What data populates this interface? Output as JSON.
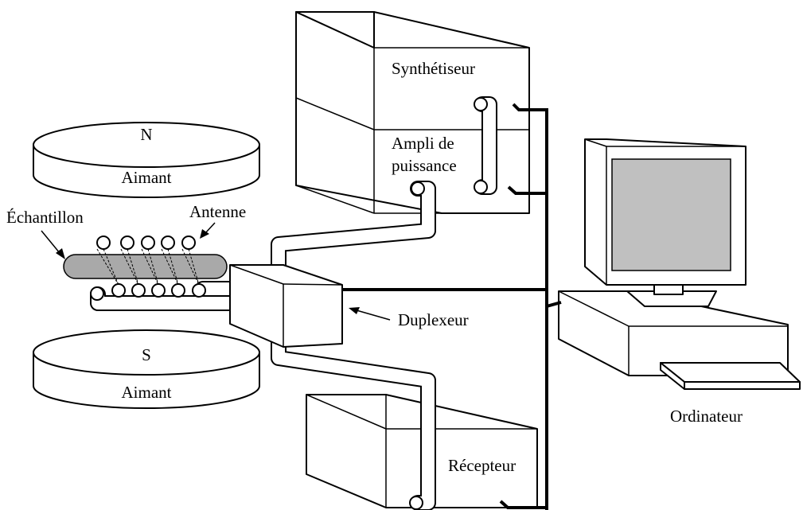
{
  "labels": {
    "synthesizer": "Synthétiseur",
    "amplifier_line1": "Ampli de",
    "amplifier_line2": "puissance",
    "magnet_top_pole": "N",
    "magnet_top_name": "Aimant",
    "magnet_bottom_pole": "S",
    "magnet_bottom_name": "Aimant",
    "sample": "Échantillon",
    "antenna": "Antenne",
    "duplexer": "Duplexeur",
    "receiver": "Récepteur",
    "computer": "Ordinateur"
  },
  "colors": {
    "line": "#000000",
    "screen": "#c0c0c0",
    "sample_fill": "#a9a9a9",
    "background": "#ffffff"
  }
}
